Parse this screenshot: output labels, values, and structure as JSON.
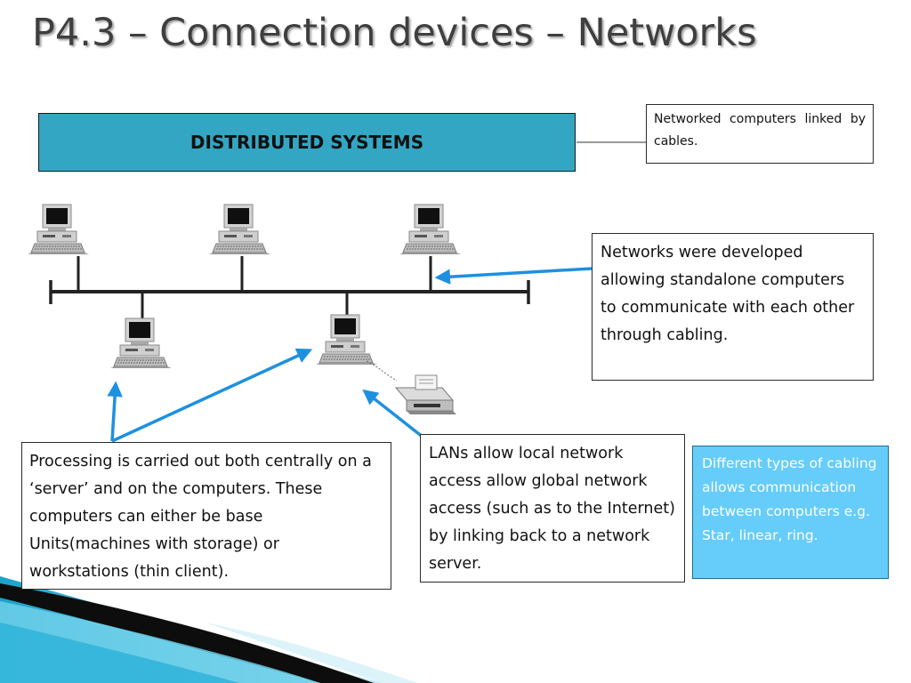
{
  "slide": {
    "title": "P4.3 – Connection devices – Networks",
    "header_label": "DISTRIBUTED SYSTEMS",
    "notes": {
      "networked": "Networked computers linked by cables.",
      "networks": "Networks were developed allowing standalone computers to communicate with each other through cabling.",
      "processing": "Processing is carried out both centrally on a ‘server’ and on the computers. These computers can either be base Units(machines with storage) or workstations (thin client).",
      "lans": "LANs allow local network access allow global network access (such as to the Internet) by linking back to a network server.",
      "cabling": "Different types of cabling allows communication between computers e.g. Star, linear, ring."
    }
  },
  "colors": {
    "header_fill": "#33a6c3",
    "arrow": "#1e90e0",
    "cabling_box": "#66ccfa",
    "title_text": "#3f3f3f"
  },
  "icons": [
    "desktop-computer-icon",
    "printer-icon"
  ]
}
